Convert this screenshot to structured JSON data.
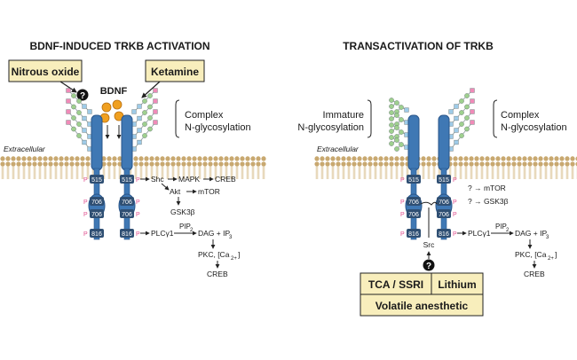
{
  "colors": {
    "membrane": "#c8a870",
    "receptor": "#3f78b4",
    "receptor_dark": "#2a568a",
    "domain_box": "#2f4f73",
    "drug_box": "#f8eebc",
    "ligand": "#f0a020",
    "glycan_green": "#9fd08f",
    "glycan_blue": "#9ecbe8",
    "glycan_pink": "#f08ab8",
    "phospho": "#e05090"
  },
  "left": {
    "title": "BDNF-INDUCED TRKB ACTIVATION",
    "drug_a": "Nitrous oxide",
    "drug_b": "Ketamine",
    "ligand": "BDNF",
    "question": "?",
    "glycan_label": [
      "Complex",
      "N-glycosylation"
    ],
    "extracellular": "Extracellular",
    "sites": [
      "515",
      "706",
      "706",
      "816"
    ],
    "sites_right": [
      "515",
      "706",
      "706",
      "816"
    ],
    "phospho": "P",
    "path_515": {
      "shc": "Shc",
      "mapk": "MAPK",
      "creb": "CREB",
      "akt": "Akt",
      "mtor": "mTOR",
      "gsk": "GSK3β"
    },
    "path_816": {
      "plc": "PLCγ1",
      "pip": "PIP",
      "pip_sub": "2",
      "dag": "DAG + IP",
      "dag_sub": "3",
      "pkc": "PKC, [Ca",
      "pkc_sub": "2+",
      "pkc_end": "]",
      "creb": "CREB"
    }
  },
  "right": {
    "title": "TRANSACTIVATION OF TRKB",
    "immature_label": [
      "Immature",
      "N-glycosylation"
    ],
    "glycan_label": [
      "Complex",
      "N-glycosylation"
    ],
    "extracellular": "Extracellular",
    "sites": [
      "515",
      "706",
      "706",
      "816"
    ],
    "sites_right": [
      "515",
      "706",
      "706",
      "816"
    ],
    "phospho": "P",
    "q_mtor": "? → mTOR",
    "q_gsk": "? → GSK3β",
    "src": "Src",
    "question": "?",
    "path_816": {
      "plc": "PLCγ1",
      "pip": "PIP",
      "pip_sub": "2",
      "dag": "DAG + IP",
      "dag_sub": "3",
      "pkc": "PKC, [Ca",
      "pkc_sub": "2+",
      "pkc_end": "]",
      "creb": "CREB"
    },
    "drug_a": "TCA / SSRI",
    "drug_b": "Lithium",
    "drug_c": "Volatile anesthetic"
  }
}
